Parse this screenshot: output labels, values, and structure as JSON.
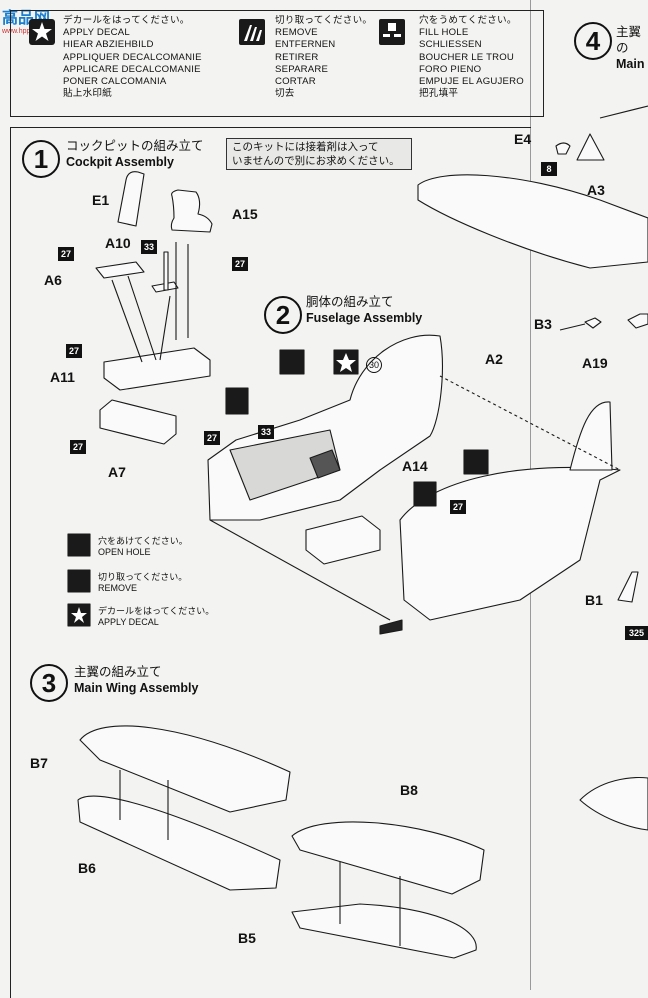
{
  "watermark": {
    "text": "高品网",
    "url": "www.hppin.com"
  },
  "legend": {
    "decal": [
      "デカールをはってください。",
      "APPLY DECAL",
      "HIEAR ABZIEHBILD",
      "APPLIQUER DECALCOMANIE",
      "APPLICARE DECALCOMANIE",
      "PONER CALCOMANIA",
      "貼上水印紙"
    ],
    "remove": [
      "切り取ってください。",
      "REMOVE",
      "ENTFERNEN",
      "RETIRER",
      "SEPARARE",
      "CORTAR",
      "切去"
    ],
    "fill": [
      "穴をうめてください。",
      "FILL HOLE",
      "SCHLIESSEN",
      "BOUCHER LE TROU",
      "FORO PIENO",
      "EMPUJE EL AGUJERO",
      "把孔填平"
    ]
  },
  "note": {
    "line1": "このキットには接着剤は入って",
    "line2": "いませんので別にお求めください。"
  },
  "steps": {
    "s1": {
      "num": "1",
      "jp": "コックピットの組み立て",
      "en": "Cockpit Assembly"
    },
    "s2": {
      "num": "2",
      "jp": "胴体の組み立て",
      "en": "Fuselage Assembly"
    },
    "s3": {
      "num": "3",
      "jp": "主翼の組み立て",
      "en": "Main Wing Assembly"
    },
    "s4": {
      "num": "4",
      "jp": "主翼の",
      "en": "Main"
    }
  },
  "parts": {
    "E1": "E1",
    "A15": "A15",
    "A10": "A10",
    "A6": "A6",
    "A11": "A11",
    "A7": "A7",
    "A2": "A2",
    "A14": "A14",
    "E4": "E4",
    "A3": "A3",
    "B3": "B3",
    "A19": "A19",
    "B1": "B1",
    "B7": "B7",
    "B6": "B6",
    "B8": "B8",
    "B5": "B5"
  },
  "colors": {
    "c27": "27",
    "c33": "33",
    "c30": "30",
    "c8": "8",
    "c325": "325"
  },
  "mini_legend": {
    "open": [
      "穴をあけてください。",
      "OPEN HOLE"
    ],
    "remove": [
      "切り取ってください。",
      "REMOVE"
    ],
    "decal": [
      "デカールをはってください。",
      "APPLY DECAL"
    ]
  }
}
